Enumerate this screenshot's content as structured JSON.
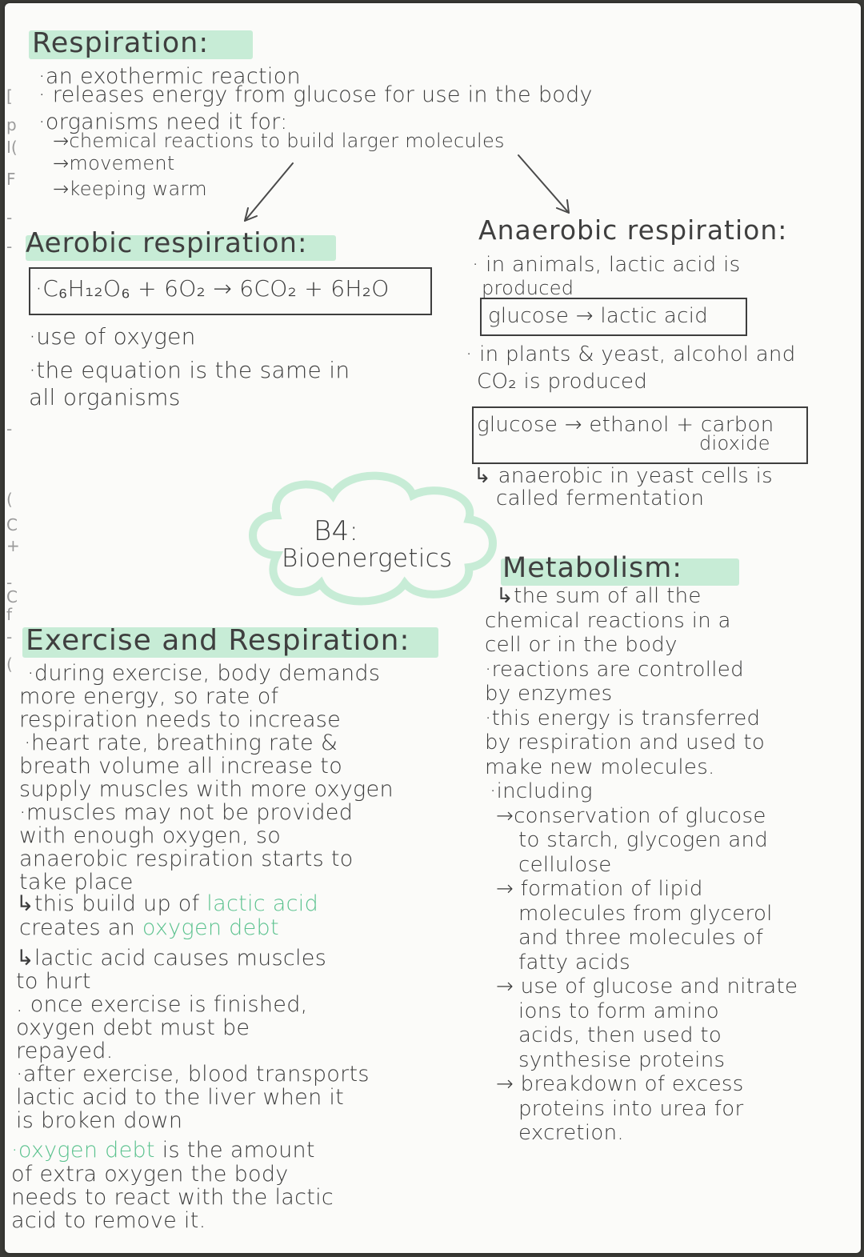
{
  "respiration": {
    "heading": "Respiration:",
    "points": [
      "·an exothermic reaction",
      "· releases energy from glucose for use in the body",
      "·organisms need it for:"
    ],
    "uses": [
      "→chemical reactions to build larger molecules",
      "→movement",
      "→keeping warm"
    ]
  },
  "aerobic": {
    "heading": "Aerobic respiration:",
    "equation": "·C₆H₁₂O₆ + 6O₂ → 6CO₂ + 6H₂O",
    "points": [
      "·use of oxygen",
      "·the equation is the same in",
      "all organisms"
    ]
  },
  "anaerobic": {
    "heading": "Anaerobic respiration:",
    "animals": [
      "· in animals, lactic acid is",
      "produced"
    ],
    "animal_equation": "glucose → lactic acid",
    "plants": [
      "· in plants & yeast, alcohol and",
      "CO₂ is produced"
    ],
    "plant_equation": [
      "glucose → ethanol + carbon",
      "dioxide"
    ],
    "fermentation": [
      "↳ anaerobic in yeast cells is",
      "called fermentation"
    ]
  },
  "topic": {
    "code": "B4:",
    "title": "Bioenergetics"
  },
  "metabolism": {
    "heading": "Metabolism:",
    "lines": [
      "↳the sum of all the",
      "chemical reactions in a",
      "cell or in the body",
      "·reactions are controlled",
      "by enzymes",
      "·this energy is transferred",
      "by respiration and used to",
      "make new molecules.",
      "·including",
      "→conservation of glucose",
      "to starch, glycogen and",
      "cellulose",
      "→ formation of lipid",
      "molecules from glycerol",
      "and three molecules of",
      "fatty acids",
      "→ use of glucose and nitrate",
      "ions to form amino",
      "acids, then used to",
      "synthesise proteins",
      "→ breakdown of excess",
      "proteins into urea for",
      "excretion."
    ]
  },
  "exercise": {
    "heading": "Exercise and Respiration:",
    "lines": [
      "·during exercise, body demands",
      "more energy, so rate of",
      "respiration needs to increase",
      "·heart rate, breathing rate &",
      "breath volume all increase to",
      "supply muscles with more oxygen",
      "·muscles may not be provided",
      "with enough oxygen, so",
      "anaerobic respiration starts to",
      "take place"
    ],
    "buildup_prefix": "↳this build up of ",
    "buildup_highlight": "lactic acid",
    "creates_prefix": "creates an ",
    "creates_highlight": "oxygen debt",
    "tail_lines": [
      "↳lactic acid causes muscles",
      "to hurt",
      ". once exercise is finished,",
      "oxygen debt must be",
      "repayed.",
      "·after exercise, blood transports",
      "lactic acid to the liver when it",
      "is broken down"
    ],
    "debt_highlight": "·oxygen debt",
    "debt_rest": " is the amount",
    "debt_lines": [
      "of extra oxygen the body",
      "needs to react with the lactic",
      "acid to remove it."
    ]
  },
  "margin_marks": [
    "[",
    "p",
    "I(",
    "F",
    "-",
    "-",
    "-",
    "(",
    "C",
    "+",
    "-",
    "C",
    "f",
    "-",
    "("
  ],
  "colors": {
    "highlight": "#c7ecd6",
    "mint_ink": "#5cc28f",
    "ink": "#3c3c3c",
    "paper": "#fbfbf9"
  }
}
